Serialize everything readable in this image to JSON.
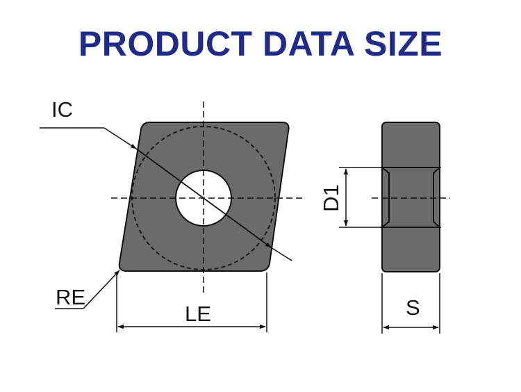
{
  "title": "PRODUCT DATA SIZE",
  "labels": {
    "ic": "IC",
    "re": "RE",
    "le": "LE",
    "d1": "D1",
    "s": "S"
  },
  "colors": {
    "title": "#1f2a8a",
    "insert_body": "#6b6b6b",
    "hole": "#ffffff",
    "lines": "#111111"
  }
}
